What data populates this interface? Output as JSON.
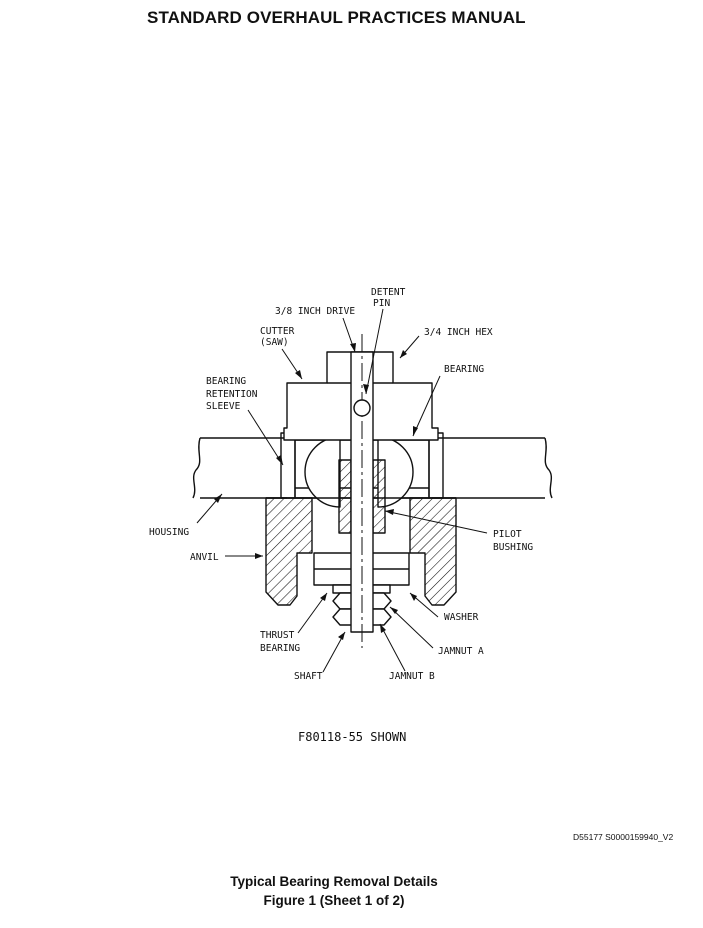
{
  "header": {
    "title": "STANDARD OVERHAUL PRACTICES MANUAL"
  },
  "labels": {
    "detent_pin_1": "DETENT",
    "detent_pin_2": "PIN",
    "drive": "3/8 INCH DRIVE",
    "cutter_1": "CUTTER",
    "cutter_2": "(SAW)",
    "hex": "3/4 INCH HEX",
    "bearing": "BEARING",
    "retention_1": "BEARING",
    "retention_2": "RETENTION",
    "retention_3": "SLEEVE",
    "housing": "HOUSING",
    "anvil": "ANVIL",
    "pilot_1": "PILOT",
    "pilot_2": "BUSHING",
    "washer": "WASHER",
    "thrust_1": "THRUST",
    "thrust_2": "BEARING",
    "jamnut_a": "JAMNUT A",
    "shaft": "SHAFT",
    "jamnut_b": "JAMNUT B"
  },
  "model_note": "F80118-55 SHOWN",
  "doc_id": "D55177 S0000159940_V2",
  "caption": {
    "line1": "Typical Bearing Removal Details",
    "line2": "Figure 1  (Sheet 1 of 2)"
  }
}
